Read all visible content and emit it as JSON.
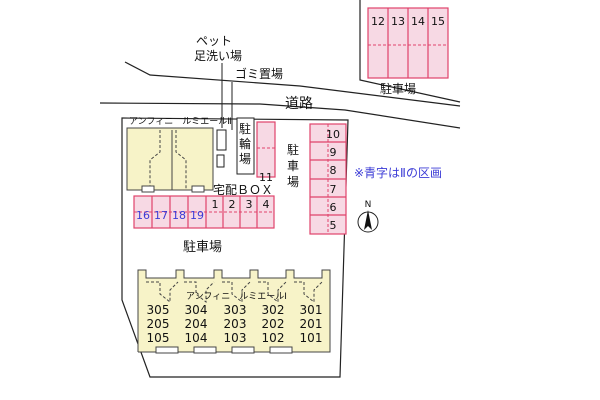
{
  "labels": {
    "pet_wash": [
      "ペット",
      "足洗い場"
    ],
    "garbage": "ゴミ置場",
    "road": "道路",
    "bike_parking": [
      "駐",
      "輪",
      "場"
    ],
    "parking_top": "駐車場",
    "parking_right": [
      "駐",
      "車",
      "場"
    ],
    "parking_main": "駐車場",
    "delivery_box": "宅配ＢＯＸ",
    "note": "※青字はⅡの区画",
    "building_top": "アンフィニ　ルミエールⅡ",
    "building_bottom": "アンフィニ　ルミエールⅠ",
    "north": "N"
  },
  "parking_top_lot": [
    "12",
    "13",
    "14",
    "15"
  ],
  "parking_right_lot": [
    "10",
    "9",
    "8",
    "7",
    "6",
    "5"
  ],
  "parking_row": [
    "1",
    "2",
    "3",
    "4"
  ],
  "parking_row_blue": [
    "16",
    "17",
    "18",
    "19"
  ],
  "parking_single": "11",
  "units": {
    "row3": [
      "305",
      "304",
      "303",
      "302",
      "301"
    ],
    "row2": [
      "205",
      "204",
      "203",
      "202",
      "201"
    ],
    "row1": [
      "105",
      "104",
      "103",
      "102",
      "101"
    ]
  }
}
